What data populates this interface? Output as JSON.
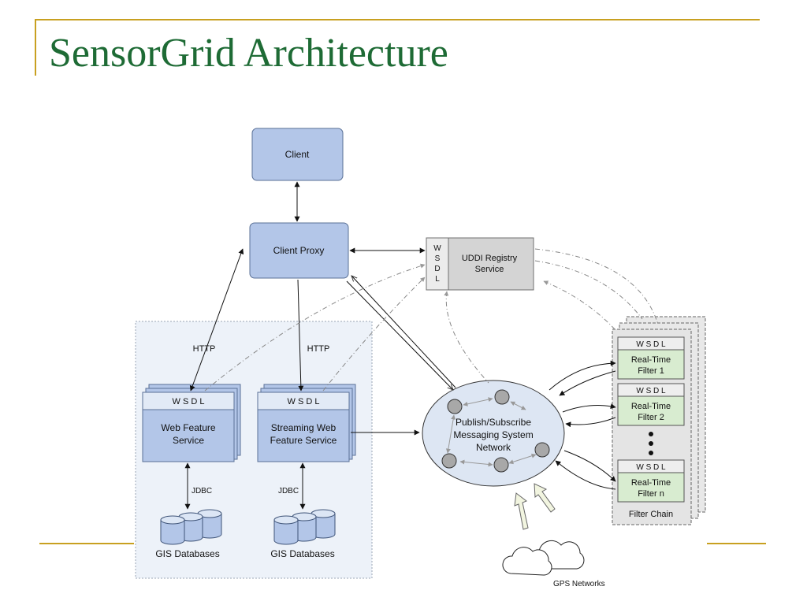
{
  "slide": {
    "title": "SensorGrid Architecture"
  },
  "diagram": {
    "client": "Client",
    "client_proxy": "Client Proxy",
    "uddi": {
      "wsdl_letters": [
        "W",
        "S",
        "D",
        "L"
      ],
      "lines": [
        "UDDI Registry",
        "Service"
      ]
    },
    "wfs": {
      "wsdl": "W S D L",
      "lines": [
        "Web Feature",
        "Service"
      ]
    },
    "swfs": {
      "wsdl": "W S D L",
      "lines": [
        "Streaming Web",
        "Feature Service"
      ]
    },
    "http_left": "HTTP",
    "http_right": "HTTP",
    "jdbc_left": "JDBC",
    "jdbc_right": "JDBC",
    "gis_left": "GIS Databases",
    "gis_right": "GIS Databases",
    "pubsub": [
      "Publish/Subscribe",
      "Messaging System",
      "Network"
    ],
    "filters": [
      {
        "wsdl": "W S D L",
        "lines": [
          "Real-Time",
          "Filter 1"
        ]
      },
      {
        "wsdl": "W S D L",
        "lines": [
          "Real-Time",
          "Filter 2"
        ]
      },
      {
        "wsdl": "W S D L",
        "lines": [
          "Real-Time",
          "Filter n"
        ]
      }
    ],
    "filter_chain": "Filter Chain",
    "gps": "GPS Networks"
  },
  "colors": {
    "title": "#1e6b35",
    "rule": "#c8a020",
    "box": "#b3c6e8",
    "box_border": "#5a7096",
    "registry": "#d4d4d4",
    "filter": "#d8ecd0"
  }
}
